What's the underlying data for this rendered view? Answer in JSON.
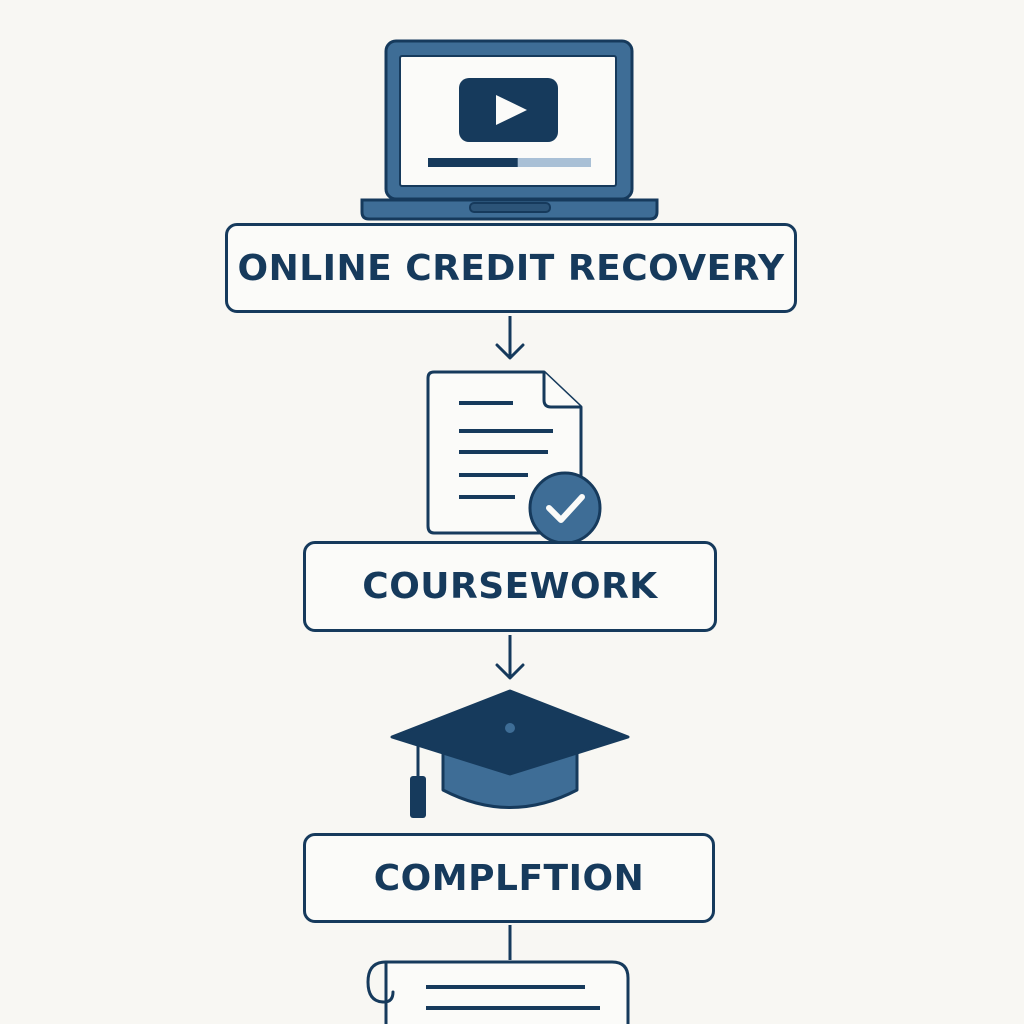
{
  "colors": {
    "background": "#f8f7f3",
    "outline": "#163a5c",
    "fill_mid": "#3e6d96",
    "fill_light": "#a9c0d6",
    "paper": "#fbfbf9"
  },
  "flow": {
    "steps": [
      {
        "label": "ONLINE CREDIT RECOVERY",
        "icon": "laptop-video-icon"
      },
      {
        "label": "COURSEWORK",
        "icon": "document-check-icon"
      },
      {
        "label": "COMPLFTION",
        "icon": "graduation-cap-icon"
      }
    ],
    "final_icon": "diploma-scroll-icon",
    "laptop_progress": 0.55
  }
}
